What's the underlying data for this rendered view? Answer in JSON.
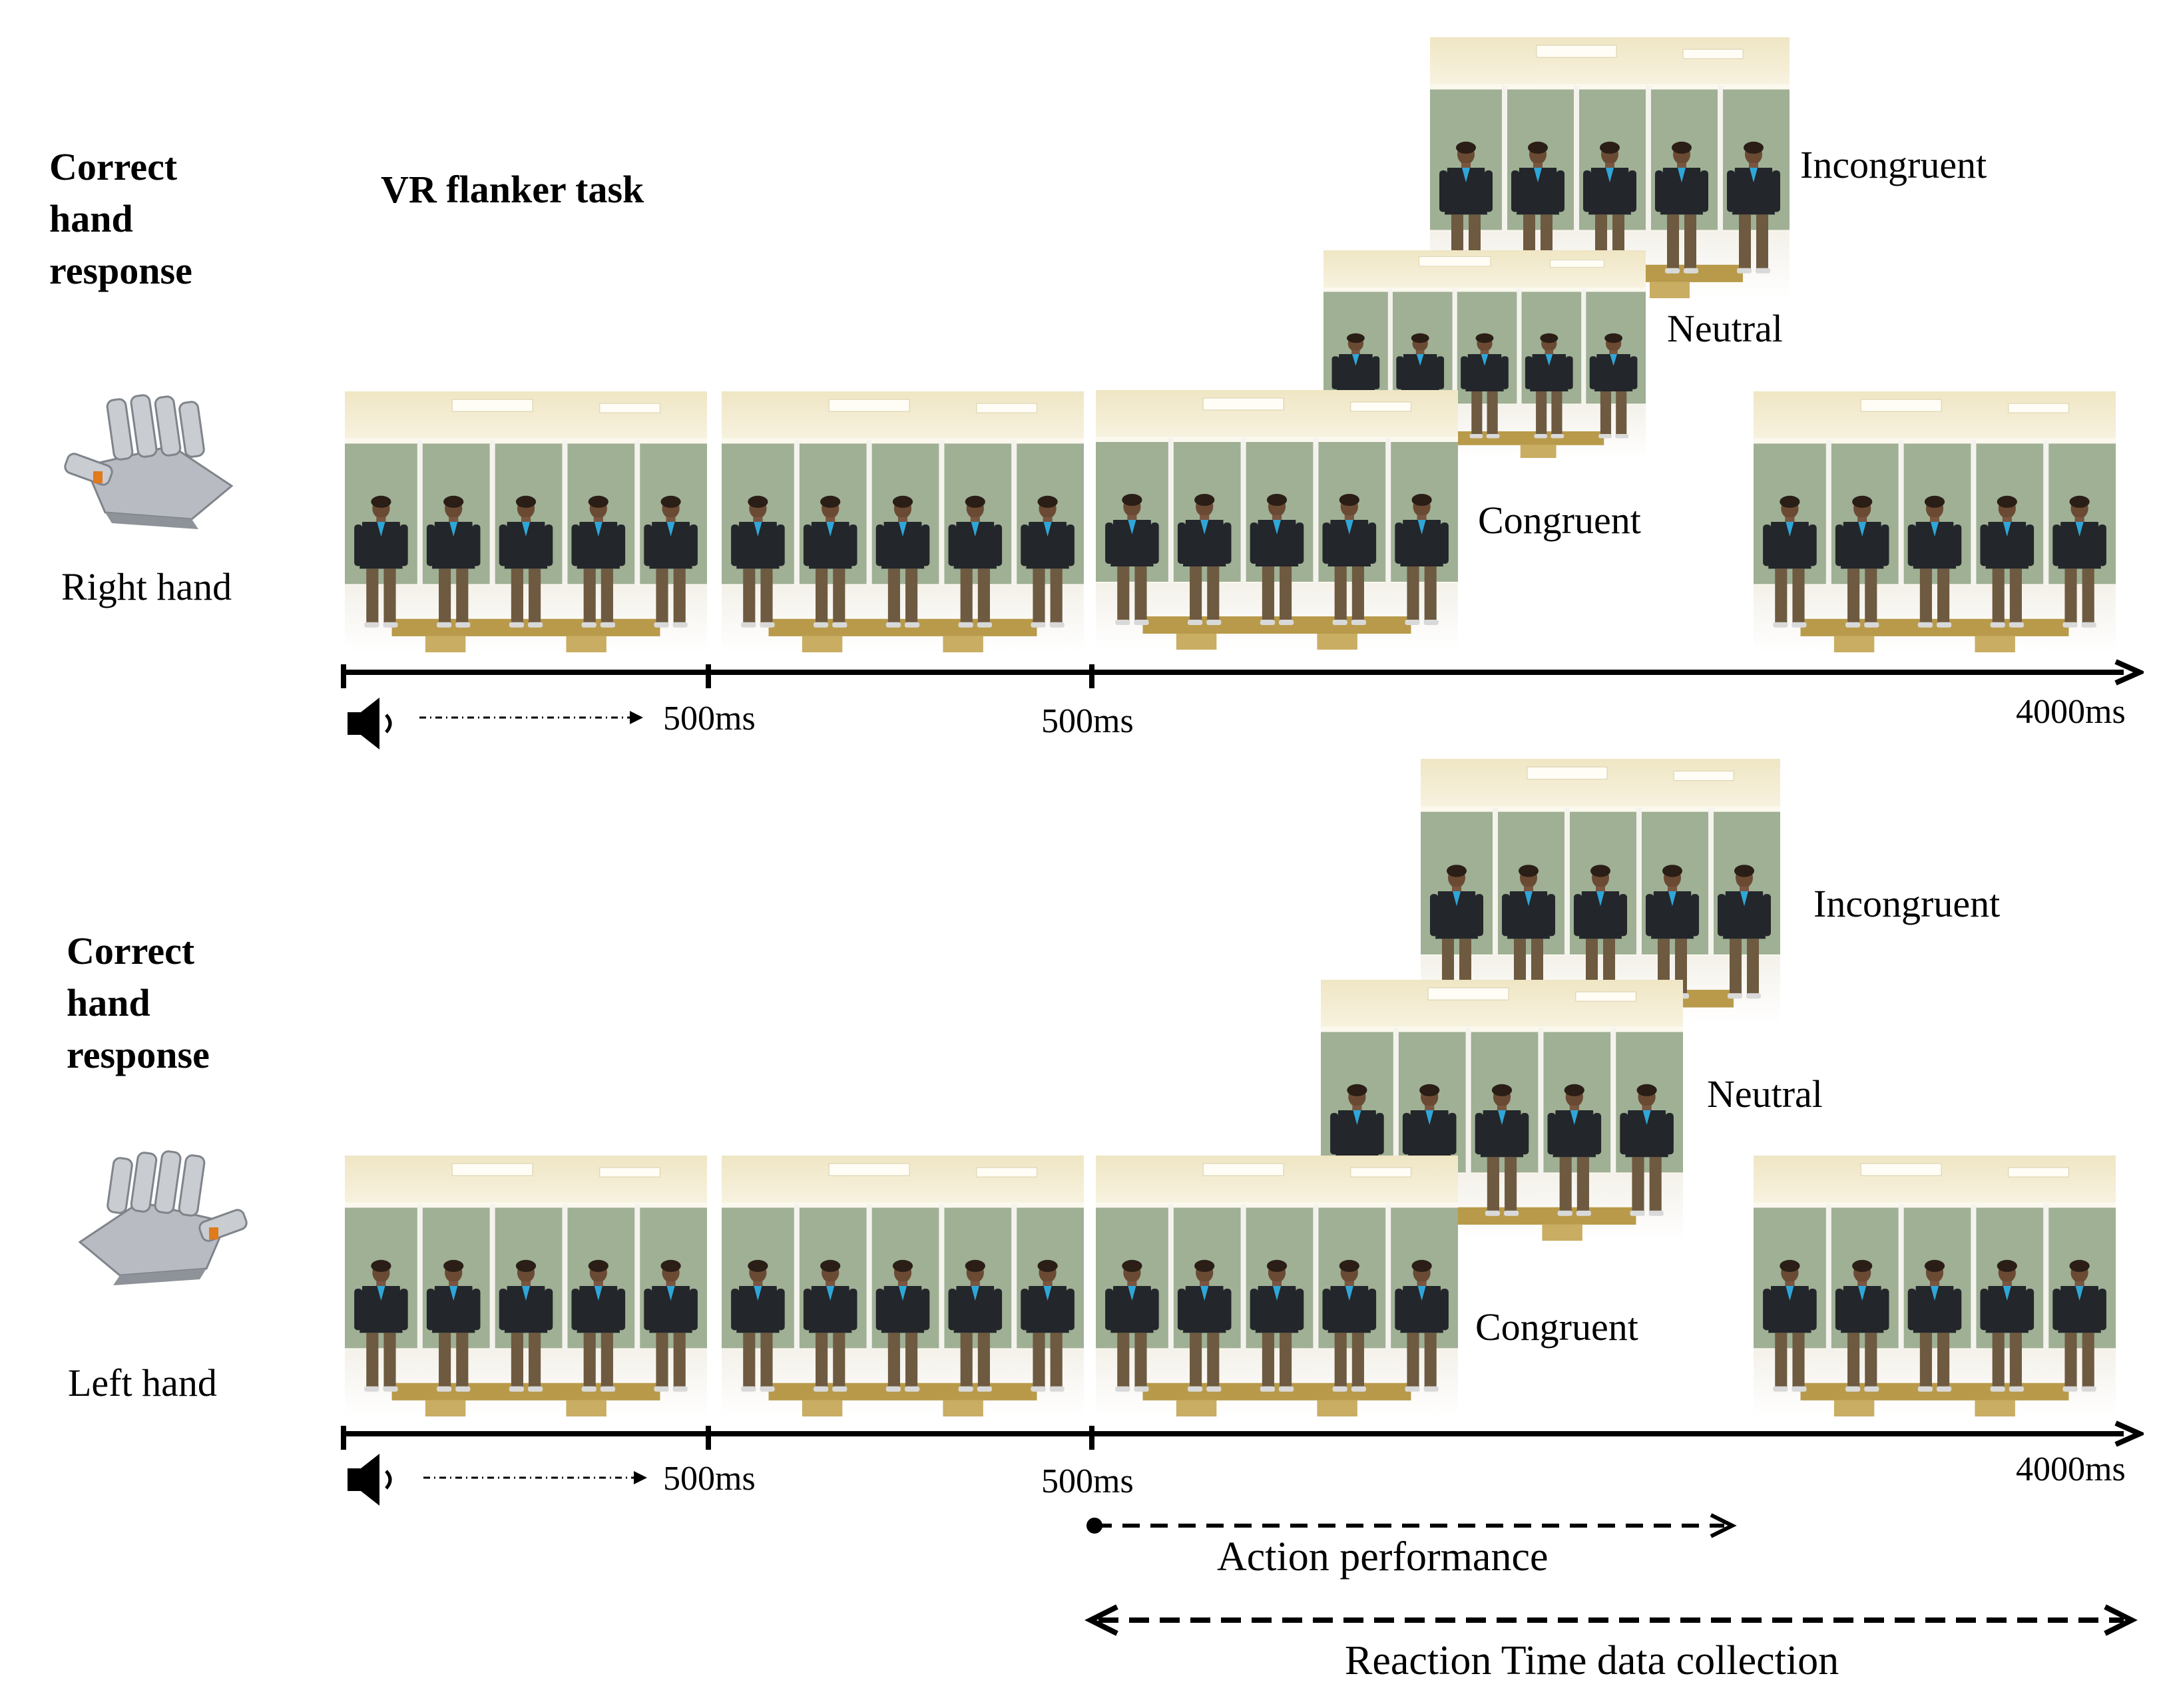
{
  "title": "VR flanker task",
  "panels": [
    {
      "id": "right",
      "header_lines": [
        "Correct",
        "hand",
        "response"
      ],
      "hand_label": "Right hand",
      "conditions": [
        "Incongruent",
        "Neutral",
        "Congruent"
      ],
      "ticks": [
        "500ms",
        "500ms",
        "4000ms"
      ]
    },
    {
      "id": "left",
      "header_lines": [
        "Correct",
        "hand",
        "response"
      ],
      "hand_label": "Left hand",
      "conditions": [
        "Incongruent",
        "Neutral",
        "Congruent"
      ],
      "ticks": [
        "500ms",
        "500ms",
        "4000ms"
      ]
    }
  ],
  "annotations": {
    "action_performance": "Action performance",
    "reaction_time": "Reaction Time data collection"
  },
  "icons": [
    "speaker-icon",
    "robotic-hand-icon"
  ],
  "colors": {
    "wall": "#f2ecd2",
    "board": "#9fb095",
    "jacket": "#23262a",
    "shirt_accent": "#2fa6d8",
    "pants": "#6e5a40",
    "floor": "#b89a4a"
  }
}
